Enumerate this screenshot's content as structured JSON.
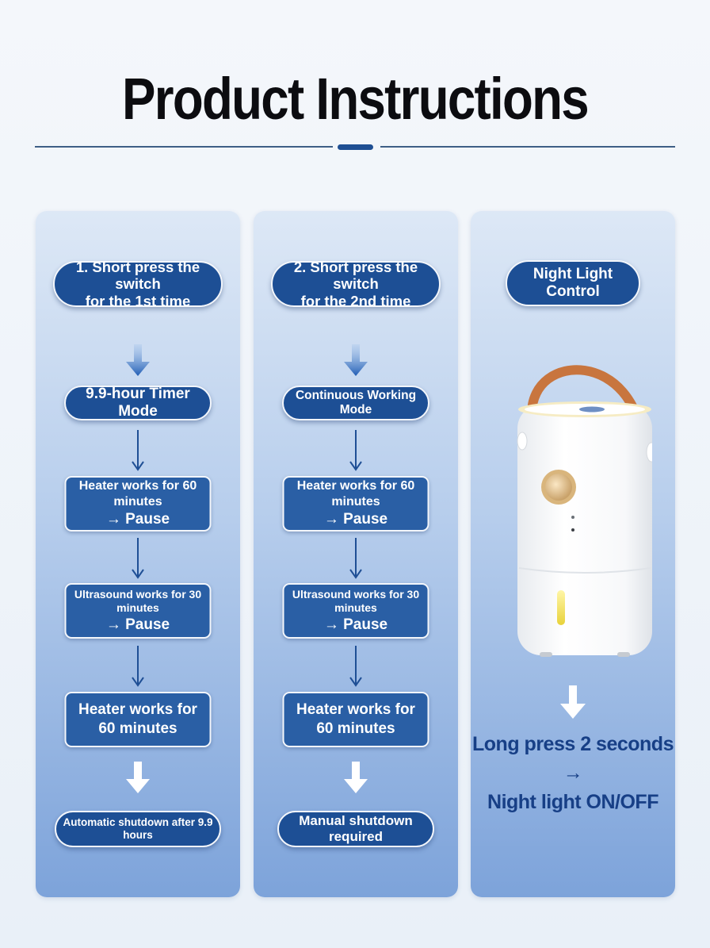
{
  "header": {
    "title": "Product Instructions"
  },
  "columns": [
    {
      "heading": [
        "1. Short press the switch",
        "for the 1st time"
      ],
      "mode": "9.9-hour Timer Mode",
      "steps": [
        [
          "Heater works for 60 minutes",
          "→ Pause"
        ],
        [
          "Ultrasound works for 30 minutes",
          "→ Pause"
        ],
        [
          "Heater works for",
          "60 minutes"
        ]
      ],
      "end": "Automatic shutdown after 9.9 hours"
    },
    {
      "heading": [
        "2. Short press the switch",
        "for the 2nd time"
      ],
      "mode": "Continuous Working Mode",
      "steps": [
        [
          "Heater works for 60 minutes",
          "→ Pause"
        ],
        [
          "Ultrasound works for 30 minutes",
          "→ Pause"
        ],
        [
          "Heater works for",
          "60 minutes"
        ]
      ],
      "end": "Manual shutdown required"
    }
  ],
  "night_light": {
    "heading": "Night Light Control",
    "instruction": [
      "Long press 2 seconds →",
      "Night light ON/OFF"
    ]
  },
  "colors": {
    "pill": "#1d4f95",
    "box": "#2a5fa5",
    "accent_text": "#173f86",
    "handle": "#c8753e"
  },
  "icons": {
    "thin_arrow": "arrow-down-icon",
    "block_arrow": "block-arrow-down-icon",
    "product": "humidifier-image"
  }
}
